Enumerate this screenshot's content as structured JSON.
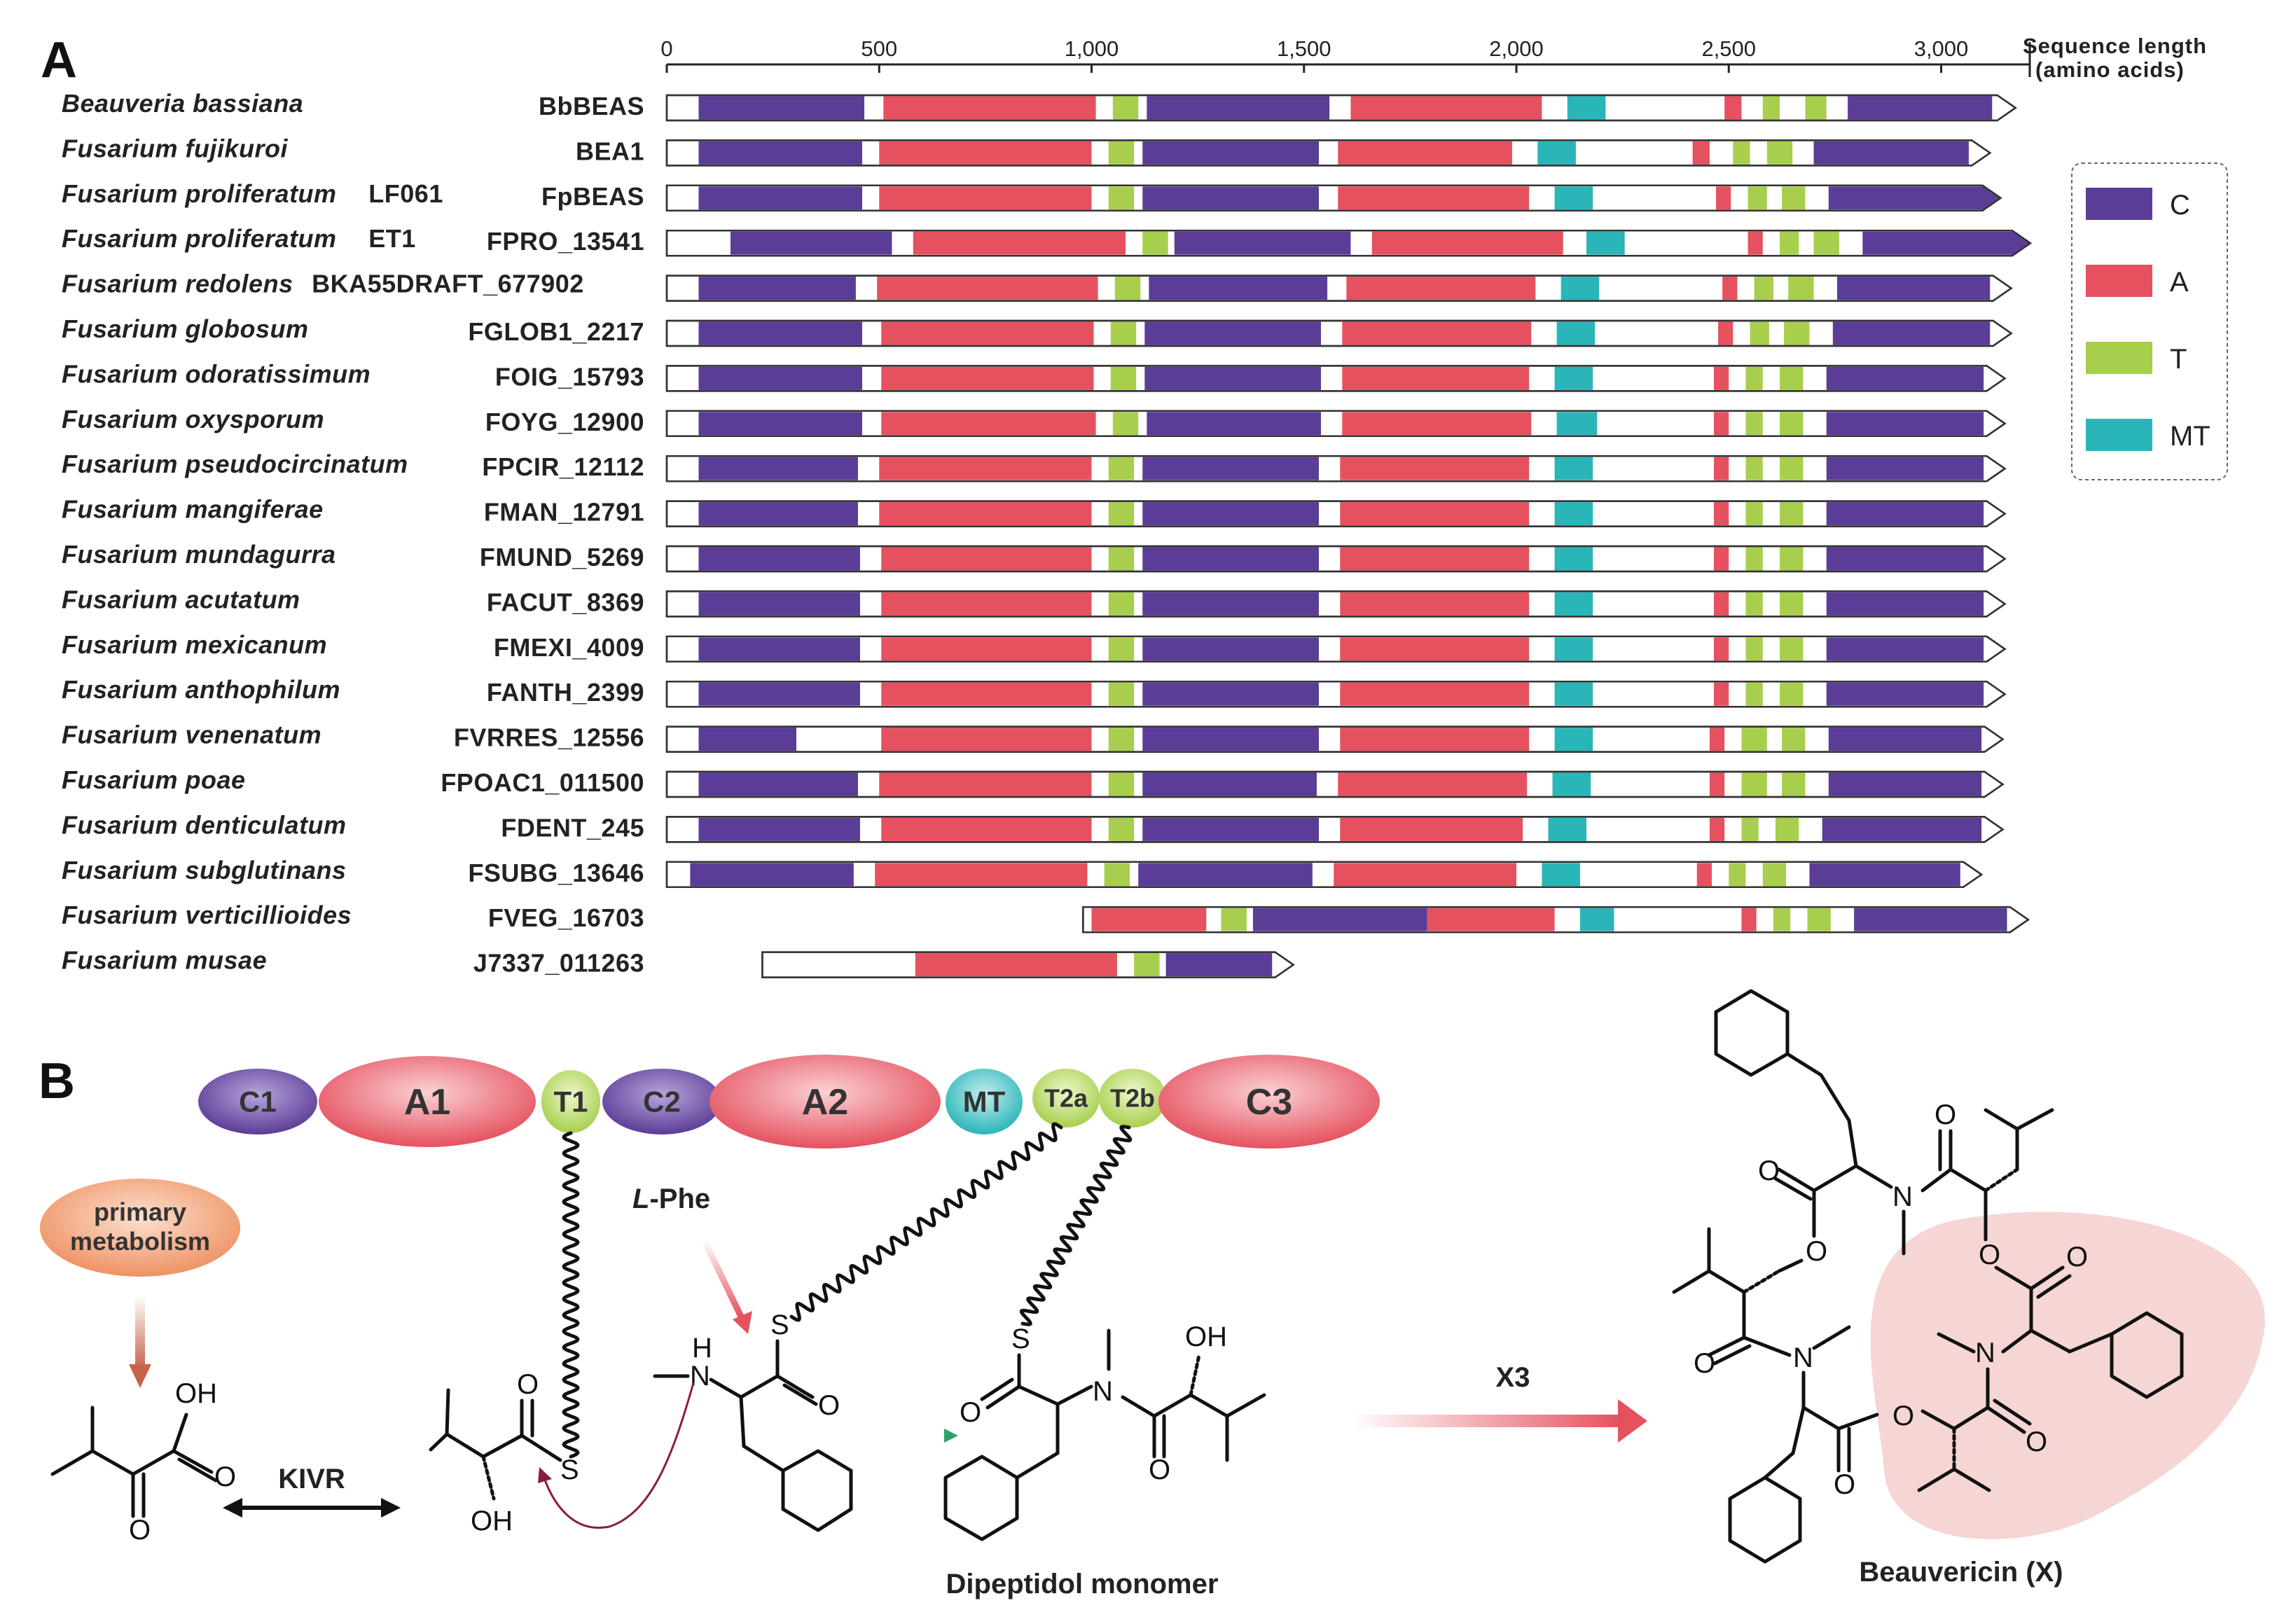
{
  "panel_a": {
    "label": "A",
    "axis": {
      "title_line1": "Sequence length",
      "title_line2": "(amino acids)",
      "ticks": [
        0,
        500,
        1000,
        1500,
        2000,
        2500,
        3000
      ],
      "tick_labels": [
        "0",
        "500",
        "1,000",
        "1,500",
        "2,000",
        "2,500",
        "3,000"
      ]
    },
    "legend": [
      {
        "label": "C",
        "color": "#5b3c96"
      },
      {
        "label": "A",
        "color": "#e5515f"
      },
      {
        "label": "T",
        "color": "#a7cf4d"
      },
      {
        "label": "MT",
        "color": "#2ab5b9"
      }
    ],
    "proteins": [
      {
        "species": "Beauveria bassiana",
        "strain": "",
        "gene": "BbBEAS",
        "start": 0,
        "end": 3175,
        "domains": [
          [
            "C",
            75,
            465
          ],
          [
            "A",
            510,
            1010
          ],
          [
            "T",
            1050,
            1110
          ],
          [
            "C",
            1130,
            1560
          ],
          [
            "A",
            1610,
            2060
          ],
          [
            "MT",
            2120,
            2210
          ],
          [
            "A",
            2490,
            2530
          ],
          [
            "T",
            2580,
            2620
          ],
          [
            "T",
            2680,
            2730
          ],
          [
            "C",
            2780,
            3120
          ]
        ]
      },
      {
        "species": "Fusarium fujikuroi",
        "strain": "",
        "gene": "BEA1",
        "start": 0,
        "end": 3115,
        "domains": [
          [
            "C",
            75,
            460
          ],
          [
            "A",
            500,
            1000
          ],
          [
            "T",
            1040,
            1100
          ],
          [
            "C",
            1120,
            1535
          ],
          [
            "A",
            1580,
            1990
          ],
          [
            "MT",
            2050,
            2140
          ],
          [
            "A",
            2415,
            2455
          ],
          [
            "T",
            2510,
            2550
          ],
          [
            "T",
            2590,
            2650
          ],
          [
            "C",
            2700,
            3065
          ]
        ]
      },
      {
        "species": "Fusarium proliferatum",
        "strain": "LF061",
        "gene": "FpBEAS",
        "start": 0,
        "end": 3140,
        "domains": [
          [
            "C",
            75,
            460
          ],
          [
            "A",
            500,
            1000
          ],
          [
            "T",
            1040,
            1100
          ],
          [
            "C",
            1120,
            1535
          ],
          [
            "A",
            1580,
            2030
          ],
          [
            "MT",
            2090,
            2180
          ],
          [
            "A",
            2470,
            2505
          ],
          [
            "T",
            2545,
            2590
          ],
          [
            "T",
            2625,
            2680
          ],
          [
            "C",
            2735,
            3095
          ]
        ]
      },
      {
        "species": "Fusarium proliferatum",
        "strain": "ET1",
        "gene": "FPRO_13541",
        "start": 0,
        "end": 3210,
        "domains": [
          [
            "C",
            150,
            530
          ],
          [
            "A",
            580,
            1080
          ],
          [
            "T",
            1120,
            1180
          ],
          [
            "C",
            1195,
            1610
          ],
          [
            "A",
            1660,
            2110
          ],
          [
            "MT",
            2165,
            2255
          ],
          [
            "A",
            2545,
            2580
          ],
          [
            "T",
            2620,
            2665
          ],
          [
            "T",
            2700,
            2760
          ],
          [
            "C",
            2815,
            3165
          ]
        ]
      },
      {
        "species": "Fusarium redolens",
        "strain": "BKA55DRAFT_677902",
        "gene": "",
        "start": 0,
        "end": 3165,
        "domains": [
          [
            "C",
            75,
            445
          ],
          [
            "A",
            495,
            1015
          ],
          [
            "T",
            1055,
            1115
          ],
          [
            "C",
            1135,
            1555
          ],
          [
            "A",
            1600,
            2045
          ],
          [
            "MT",
            2105,
            2195
          ],
          [
            "A",
            2485,
            2520
          ],
          [
            "T",
            2560,
            2605
          ],
          [
            "T",
            2640,
            2700
          ],
          [
            "C",
            2755,
            3115
          ]
        ]
      },
      {
        "species": "Fusarium globosum",
        "strain": "",
        "gene": "FGLOB1_2217",
        "start": 0,
        "end": 3165,
        "domains": [
          [
            "C",
            75,
            460
          ],
          [
            "A",
            505,
            1005
          ],
          [
            "T",
            1045,
            1105
          ],
          [
            "C",
            1125,
            1540
          ],
          [
            "A",
            1590,
            2035
          ],
          [
            "MT",
            2095,
            2185
          ],
          [
            "A",
            2475,
            2510
          ],
          [
            "T",
            2550,
            2595
          ],
          [
            "T",
            2630,
            2690
          ],
          [
            "C",
            2745,
            3115
          ]
        ]
      },
      {
        "species": "Fusarium odoratissimum",
        "strain": "",
        "gene": "FOIG_15793",
        "start": 0,
        "end": 3150,
        "domains": [
          [
            "C",
            75,
            460
          ],
          [
            "A",
            505,
            1005
          ],
          [
            "T",
            1045,
            1105
          ],
          [
            "C",
            1125,
            1540
          ],
          [
            "A",
            1590,
            2030
          ],
          [
            "MT",
            2090,
            2180
          ],
          [
            "A",
            2465,
            2500
          ],
          [
            "T",
            2540,
            2580
          ],
          [
            "T",
            2620,
            2675
          ],
          [
            "C",
            2730,
            3100
          ]
        ]
      },
      {
        "species": "Fusarium oxysporum",
        "strain": "",
        "gene": "FOYG_12900",
        "start": 0,
        "end": 3150,
        "domains": [
          [
            "C",
            75,
            460
          ],
          [
            "A",
            505,
            1010
          ],
          [
            "T",
            1050,
            1110
          ],
          [
            "C",
            1130,
            1540
          ],
          [
            "A",
            1590,
            2035
          ],
          [
            "MT",
            2095,
            2190
          ],
          [
            "A",
            2465,
            2500
          ],
          [
            "T",
            2540,
            2580
          ],
          [
            "T",
            2620,
            2675
          ],
          [
            "C",
            2730,
            3100
          ]
        ]
      },
      {
        "species": "Fusarium pseudocircinatum",
        "strain": "",
        "gene": "FPCIR_12112",
        "start": 0,
        "end": 3150,
        "domains": [
          [
            "C",
            75,
            450
          ],
          [
            "A",
            500,
            1000
          ],
          [
            "T",
            1040,
            1100
          ],
          [
            "C",
            1120,
            1535
          ],
          [
            "A",
            1585,
            2030
          ],
          [
            "MT",
            2090,
            2180
          ],
          [
            "A",
            2465,
            2500
          ],
          [
            "T",
            2540,
            2580
          ],
          [
            "T",
            2620,
            2675
          ],
          [
            "C",
            2730,
            3100
          ]
        ]
      },
      {
        "species": "Fusarium mangiferae",
        "strain": "",
        "gene": "FMAN_12791",
        "start": 0,
        "end": 3150,
        "domains": [
          [
            "C",
            75,
            450
          ],
          [
            "A",
            500,
            1000
          ],
          [
            "T",
            1040,
            1100
          ],
          [
            "C",
            1120,
            1535
          ],
          [
            "A",
            1585,
            2030
          ],
          [
            "MT",
            2090,
            2180
          ],
          [
            "A",
            2465,
            2500
          ],
          [
            "T",
            2540,
            2580
          ],
          [
            "T",
            2620,
            2675
          ],
          [
            "C",
            2730,
            3100
          ]
        ]
      },
      {
        "species": "Fusarium mundagurra",
        "strain": "",
        "gene": "FMUND_5269",
        "start": 0,
        "end": 3150,
        "domains": [
          [
            "C",
            75,
            455
          ],
          [
            "A",
            505,
            1000
          ],
          [
            "T",
            1040,
            1100
          ],
          [
            "C",
            1120,
            1535
          ],
          [
            "A",
            1585,
            2030
          ],
          [
            "MT",
            2090,
            2180
          ],
          [
            "A",
            2465,
            2500
          ],
          [
            "T",
            2540,
            2580
          ],
          [
            "T",
            2620,
            2675
          ],
          [
            "C",
            2730,
            3100
          ]
        ]
      },
      {
        "species": "Fusarium acutatum",
        "strain": "",
        "gene": "FACUT_8369",
        "start": 0,
        "end": 3150,
        "domains": [
          [
            "C",
            75,
            455
          ],
          [
            "A",
            505,
            1000
          ],
          [
            "T",
            1040,
            1100
          ],
          [
            "C",
            1120,
            1535
          ],
          [
            "A",
            1585,
            2030
          ],
          [
            "MT",
            2090,
            2180
          ],
          [
            "A",
            2465,
            2500
          ],
          [
            "T",
            2540,
            2580
          ],
          [
            "T",
            2620,
            2675
          ],
          [
            "C",
            2730,
            3100
          ]
        ]
      },
      {
        "species": "Fusarium mexicanum",
        "strain": "",
        "gene": "FMEXI_4009",
        "start": 0,
        "end": 3150,
        "domains": [
          [
            "C",
            75,
            455
          ],
          [
            "A",
            505,
            1000
          ],
          [
            "T",
            1040,
            1100
          ],
          [
            "C",
            1120,
            1535
          ],
          [
            "A",
            1585,
            2030
          ],
          [
            "MT",
            2090,
            2180
          ],
          [
            "A",
            2465,
            2500
          ],
          [
            "T",
            2540,
            2580
          ],
          [
            "T",
            2620,
            2675
          ],
          [
            "C",
            2730,
            3100
          ]
        ]
      },
      {
        "species": "Fusarium anthophilum",
        "strain": "",
        "gene": "FANTH_2399",
        "start": 0,
        "end": 3150,
        "domains": [
          [
            "C",
            75,
            455
          ],
          [
            "A",
            505,
            1000
          ],
          [
            "T",
            1040,
            1100
          ],
          [
            "C",
            1120,
            1535
          ],
          [
            "A",
            1585,
            2030
          ],
          [
            "MT",
            2090,
            2180
          ],
          [
            "A",
            2465,
            2500
          ],
          [
            "T",
            2540,
            2580
          ],
          [
            "T",
            2620,
            2675
          ],
          [
            "C",
            2730,
            3100
          ]
        ]
      },
      {
        "species": "Fusarium venenatum",
        "strain": "",
        "gene": "FVRRES_12556",
        "start": 0,
        "end": 3145,
        "domains": [
          [
            "C",
            75,
            305
          ],
          [
            "A",
            505,
            1000
          ],
          [
            "T",
            1040,
            1100
          ],
          [
            "C",
            1120,
            1535
          ],
          [
            "A",
            1585,
            2030
          ],
          [
            "MT",
            2090,
            2180
          ],
          [
            "A",
            2455,
            2490
          ],
          [
            "T",
            2530,
            2590
          ],
          [
            "T",
            2625,
            2680
          ],
          [
            "C",
            2735,
            3095
          ]
        ]
      },
      {
        "species": "Fusarium poae",
        "strain": "",
        "gene": "FPOAC1_011500",
        "start": 0,
        "end": 3145,
        "domains": [
          [
            "C",
            75,
            450
          ],
          [
            "A",
            500,
            1000
          ],
          [
            "T",
            1040,
            1100
          ],
          [
            "C",
            1120,
            1530
          ],
          [
            "A",
            1580,
            2025
          ],
          [
            "MT",
            2085,
            2175
          ],
          [
            "A",
            2455,
            2490
          ],
          [
            "T",
            2530,
            2590
          ],
          [
            "T",
            2625,
            2680
          ],
          [
            "C",
            2735,
            3095
          ]
        ]
      },
      {
        "species": "Fusarium denticulatum",
        "strain": "",
        "gene": "FDENT_245",
        "start": 0,
        "end": 3145,
        "domains": [
          [
            "C",
            75,
            455
          ],
          [
            "A",
            505,
            1000
          ],
          [
            "T",
            1040,
            1100
          ],
          [
            "C",
            1120,
            1535
          ],
          [
            "A",
            1585,
            2015
          ],
          [
            "MT",
            2075,
            2165
          ],
          [
            "A",
            2455,
            2490
          ],
          [
            "T",
            2530,
            2570
          ],
          [
            "T",
            2610,
            2665
          ],
          [
            "C",
            2720,
            3095
          ]
        ]
      },
      {
        "species": "Fusarium subglutinans",
        "strain": "",
        "gene": "FSUBG_13646",
        "start": 0,
        "end": 3095,
        "domains": [
          [
            "C",
            55,
            440
          ],
          [
            "A",
            490,
            990
          ],
          [
            "T",
            1030,
            1090
          ],
          [
            "C",
            1110,
            1520
          ],
          [
            "A",
            1570,
            2000
          ],
          [
            "MT",
            2060,
            2150
          ],
          [
            "A",
            2425,
            2460
          ],
          [
            "T",
            2500,
            2540
          ],
          [
            "T",
            2580,
            2635
          ],
          [
            "C",
            2690,
            3045
          ]
        ]
      },
      {
        "species": "Fusarium verticillioides",
        "strain": "",
        "gene": "FVEG_16703",
        "start": 980,
        "end": 3205,
        "domains": [
          [
            "A",
            1000,
            1270
          ],
          [
            "T",
            1305,
            1365
          ],
          [
            "C",
            1380,
            1790
          ],
          [
            "A",
            1790,
            2090
          ],
          [
            "MT",
            2150,
            2230
          ],
          [
            "A",
            2530,
            2565
          ],
          [
            "T",
            2605,
            2645
          ],
          [
            "T",
            2685,
            2740
          ],
          [
            "C",
            2795,
            3155
          ]
        ]
      },
      {
        "species": "Fusarium musae",
        "strain": "",
        "gene": "J7337_011263",
        "start": 225,
        "end": 1475,
        "domains": [
          [
            "A",
            585,
            1060
          ],
          [
            "T",
            1100,
            1160
          ],
          [
            "C",
            1175,
            1425
          ]
        ]
      }
    ]
  },
  "panel_b": {
    "label": "B",
    "modules": [
      {
        "label": "C1",
        "color": "#5b3c96"
      },
      {
        "label": "A1",
        "color": "#e5515f"
      },
      {
        "label": "T1",
        "color": "#a7cf4d"
      },
      {
        "label": "C2",
        "color": "#5b3c96"
      },
      {
        "label": "A2",
        "color": "#e5515f"
      },
      {
        "label": "MT",
        "color": "#2ab5b9"
      },
      {
        "label": "T2a",
        "color": "#a7cf4d"
      },
      {
        "label": "T2b",
        "color": "#a7cf4d"
      },
      {
        "label": "C3",
        "color": "#e5515f"
      }
    ],
    "primary_line1": "primary",
    "primary_line2": "metabolism",
    "lphe": "L",
    "lphe_suffix": "-Phe",
    "kivr": "KIVR",
    "x3": "X3",
    "dipeptidol": "Dipeptidol monomer",
    "beauvericin": "Beauvericin (X)"
  }
}
